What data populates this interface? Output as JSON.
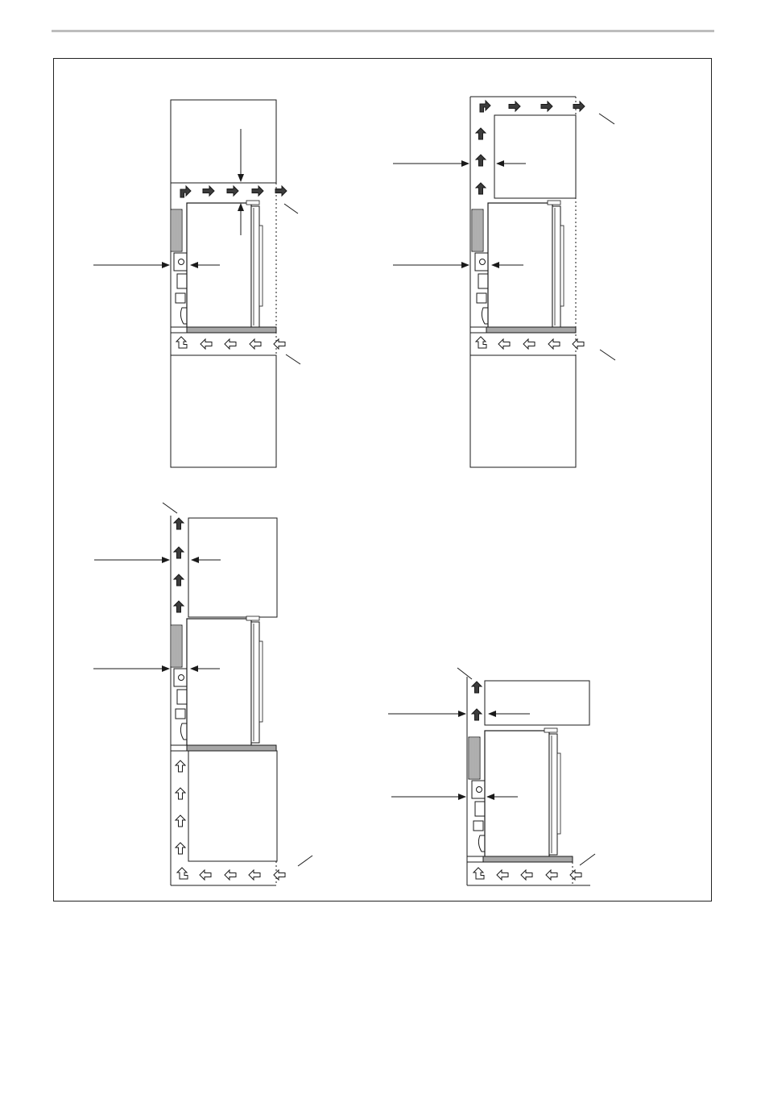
{
  "figure": {
    "colors": {
      "line": "#1a1a1a",
      "exhaust_arrow": "#3c3c3c",
      "intake_arrow": "#ffffff",
      "shelf": "#a6a6a6",
      "header_rule": "#bdbdbd"
    },
    "panels": [
      "top-left",
      "top-right",
      "bottom-left",
      "bottom-right"
    ]
  }
}
